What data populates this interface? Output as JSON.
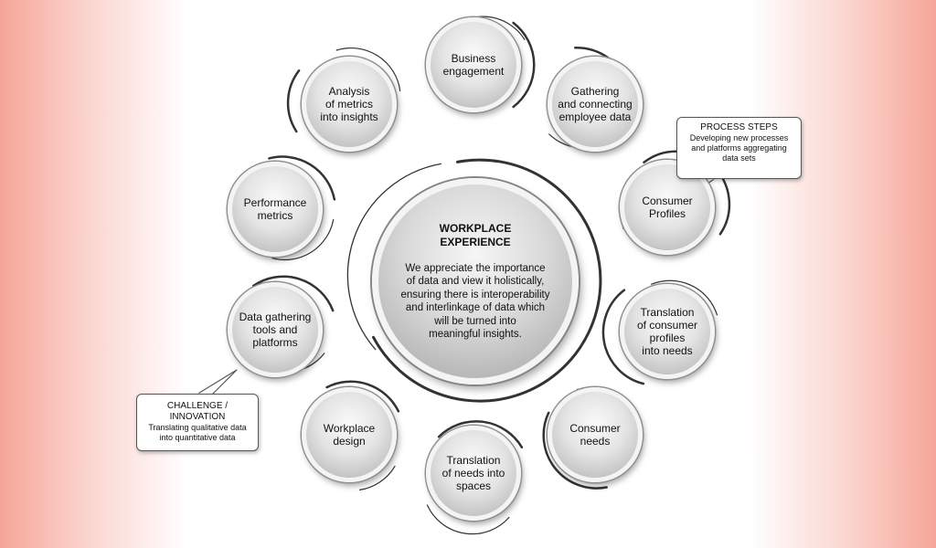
{
  "center": {
    "title": "WORKPLACE\nEXPERIENCE",
    "text": "We appreciate the importance\nof data and view it holistically,\nensuring there is interoperability\nand interlinkage of data which\nwill be turned into\nmeaningful insights."
  },
  "nodes": [
    {
      "label": "Business\nengagement"
    },
    {
      "label": "Gathering\nand connecting\nemployee data"
    },
    {
      "label": "Consumer\nProfiles"
    },
    {
      "label": "Translation\nof consumer\nprofiles\ninto needs"
    },
    {
      "label": "Consumer\nneeds"
    },
    {
      "label": "Translation\nof needs into\nspaces"
    },
    {
      "label": "Workplace\ndesign"
    },
    {
      "label": "Data gathering\ntools and\nplatforms"
    },
    {
      "label": "Performance\nmetrics"
    },
    {
      "label": "Analysis\nof metrics\ninto insights"
    }
  ],
  "callouts": {
    "process": {
      "title": "PROCESS STEPS",
      "body": "Developing new processes\nand platforms aggregating\ndata sets"
    },
    "challenge": {
      "title": "CHALLENGE / INNOVATION",
      "body": "Translating qualitative data\ninto quantitative data"
    }
  },
  "colors": {
    "side_gradient": "#f6a598",
    "node_fill": "#c8c8c8",
    "ring": "#333333"
  }
}
